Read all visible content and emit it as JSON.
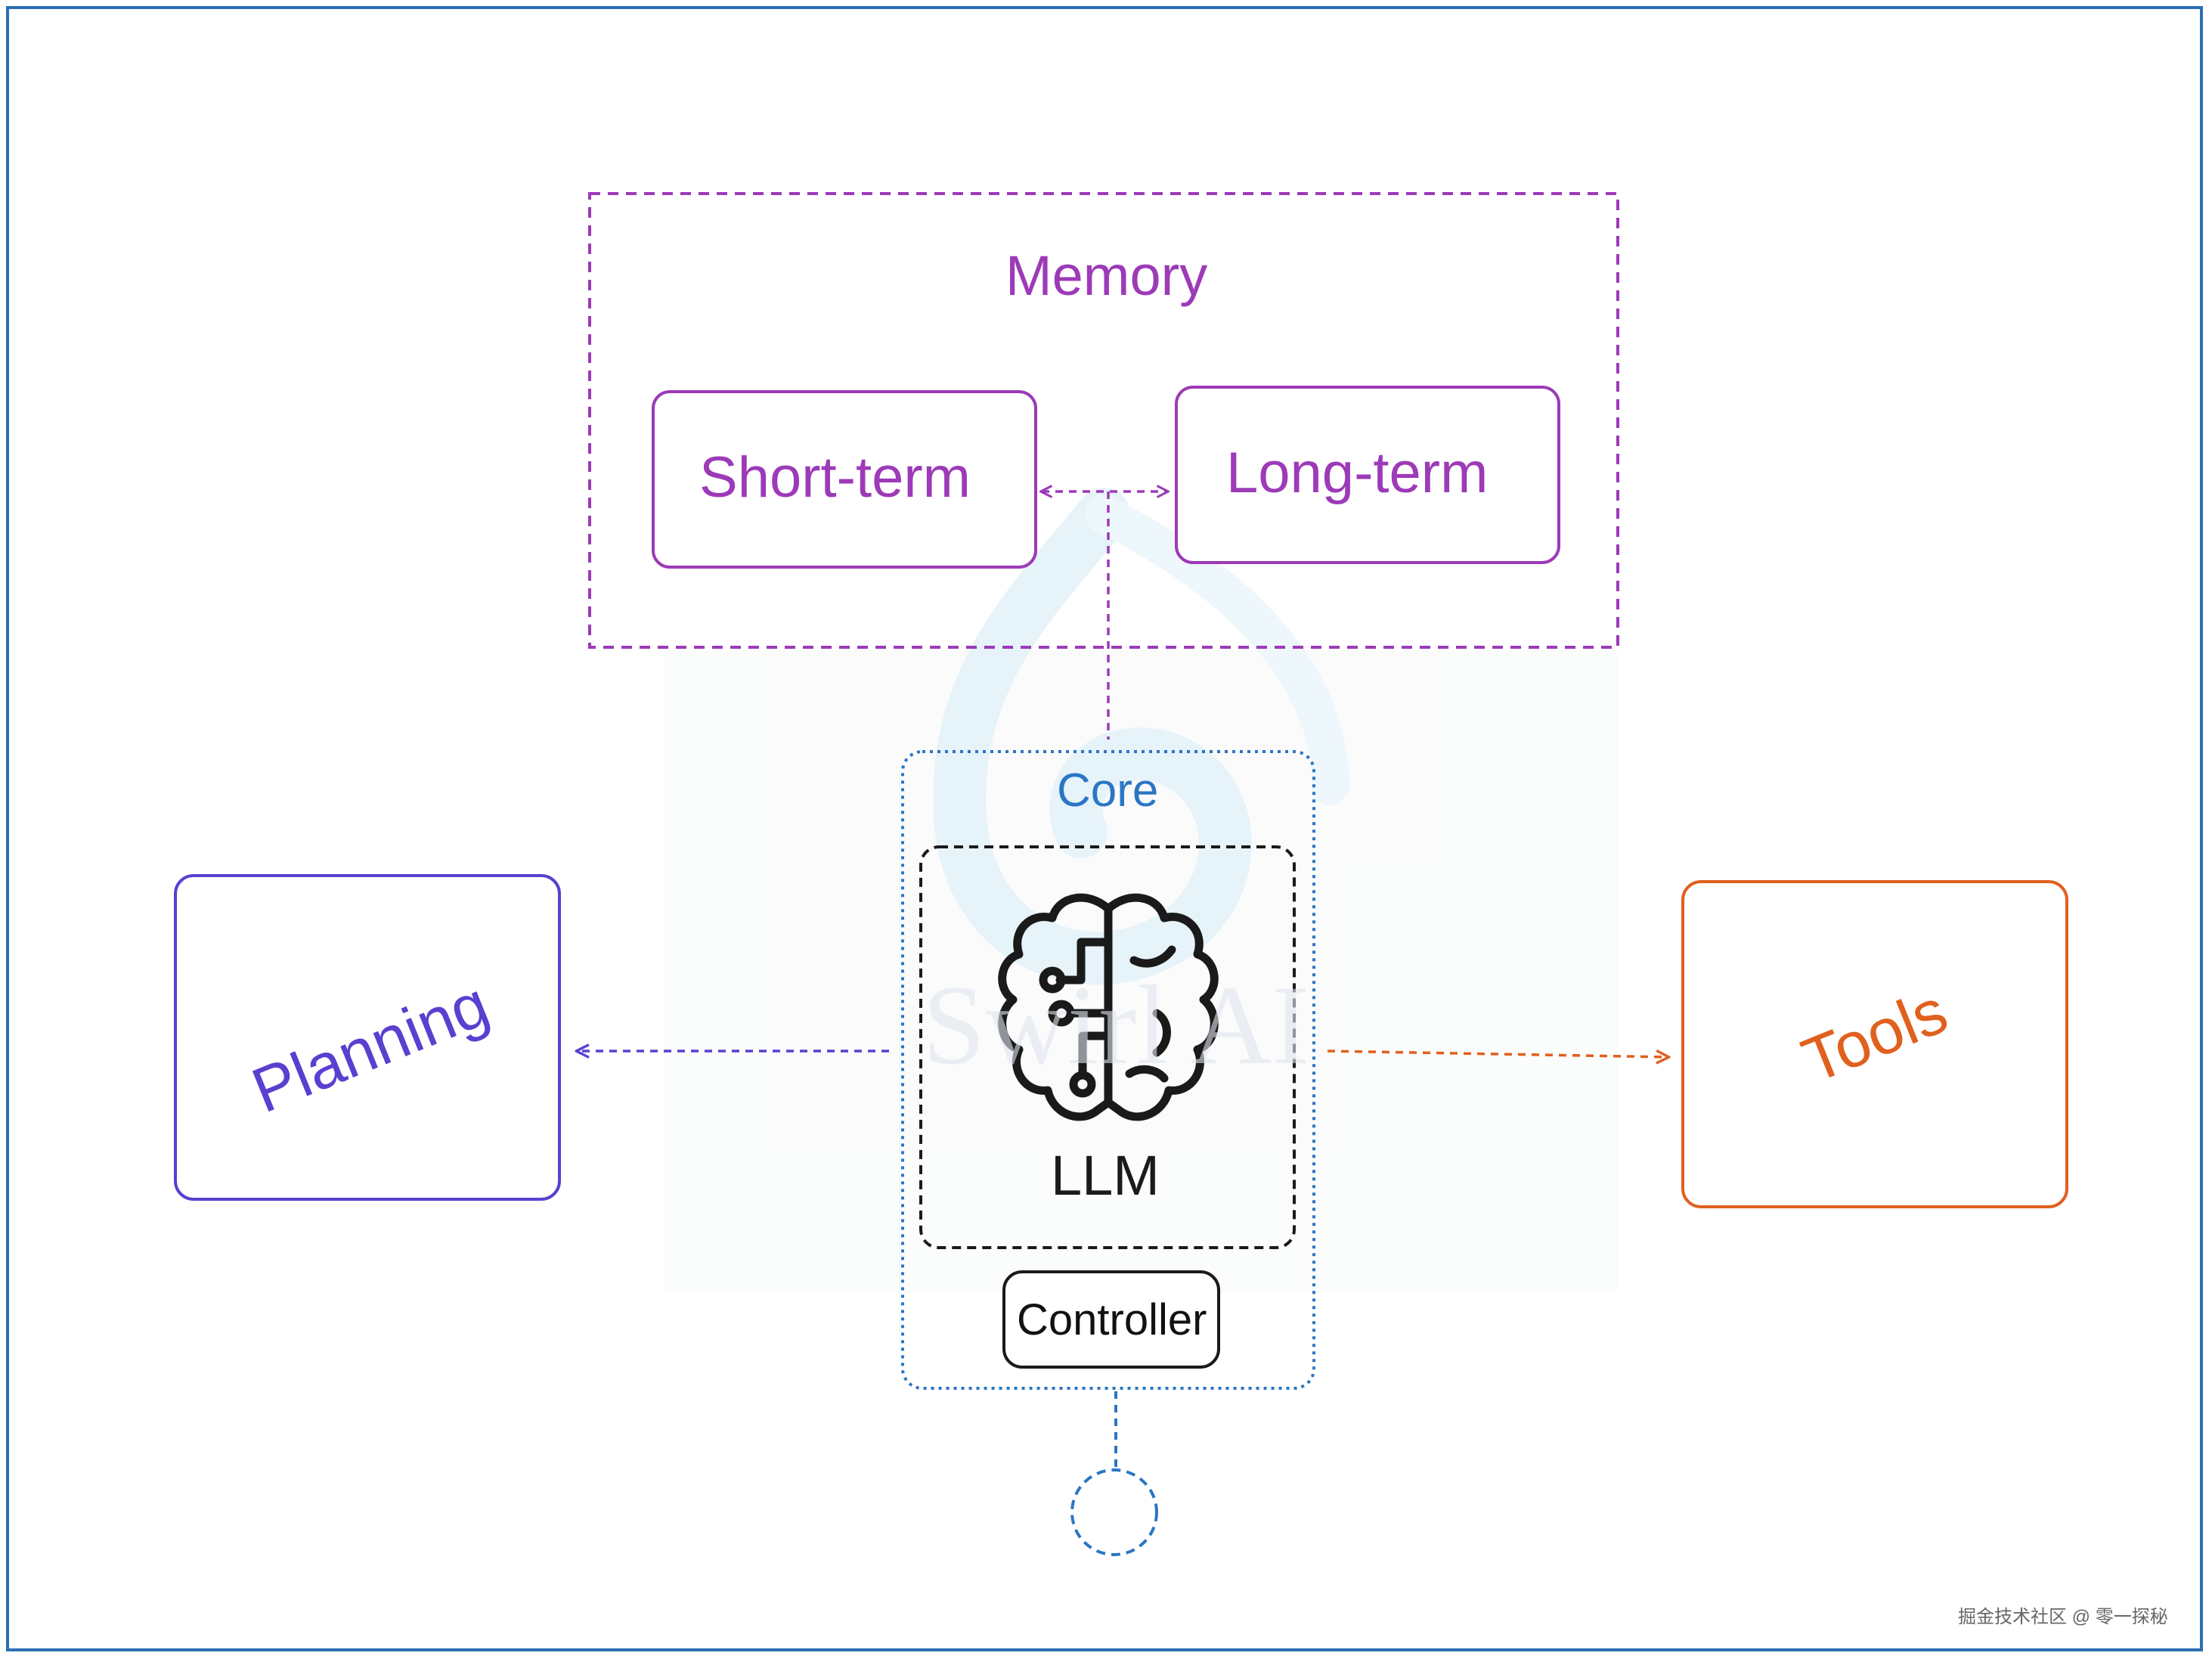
{
  "memory": {
    "title": "Memory",
    "short_term": "Short-term",
    "long_term": "Long-term"
  },
  "core": {
    "title": "Core",
    "llm": "LLM",
    "controller": "Controller"
  },
  "planning": {
    "label": "Planning"
  },
  "tools": {
    "label": "Tools"
  },
  "watermark": {
    "text": "Swirl AI"
  },
  "footer": {
    "text": "掘金技术社区 @ 零一探秘"
  },
  "icons": {
    "brain": "brain-circuit-icon"
  },
  "colors": {
    "frame": "#2a6fb3",
    "memory": "#9c3ab8",
    "core": "#2a76c4",
    "planning": "#5a3fd0",
    "tools": "#e0601e",
    "llm": "#1a1a1a"
  }
}
